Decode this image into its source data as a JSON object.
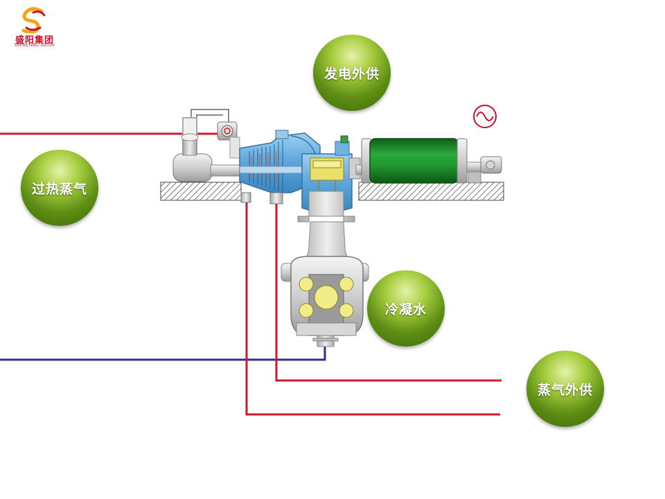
{
  "logo": {
    "name": "盛阳集团",
    "subtitle": "SHENGYANG GROUP",
    "icon": "swirl-logo-icon"
  },
  "labels": {
    "power_export": "发电外供",
    "superheated_steam": "过热蒸气",
    "condensate": "冷凝水",
    "steam_export": "蒸气外供"
  },
  "colors": {
    "steam_line": "#d0172a",
    "water_line": "#2e2f8c",
    "generator": "#1d8c2c",
    "orb_green": "#5d8e14",
    "ac_symbol": "#c8102e"
  },
  "icons": {
    "generator_output": "ac-sine-symbol-icon"
  }
}
